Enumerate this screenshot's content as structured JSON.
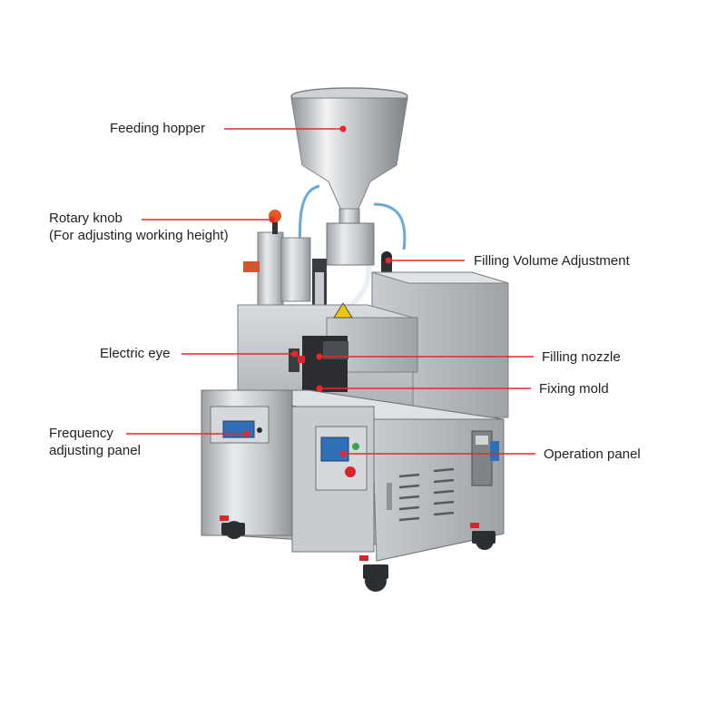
{
  "callouts": [
    {
      "id": "feeding-hopper",
      "lines": [
        "Feeding hopper"
      ]
    },
    {
      "id": "rotary-knob",
      "lines": [
        "Rotary knob",
        "(For  adjusting working height)"
      ]
    },
    {
      "id": "filling-volume-adjustment",
      "lines": [
        "Filling Volume Adjustment"
      ]
    },
    {
      "id": "electric-eye",
      "lines": [
        "Electric eye"
      ]
    },
    {
      "id": "filling-nozzle",
      "lines": [
        "Filling nozzle"
      ]
    },
    {
      "id": "fixing-mold",
      "lines": [
        "Fixing mold"
      ]
    },
    {
      "id": "frequency-adjusting-panel",
      "lines": [
        "Frequency",
        "adjusting panel"
      ]
    },
    {
      "id": "operation-panel",
      "lines": [
        "Operation panel"
      ]
    }
  ],
  "colors": {
    "leader_line": "#e8262b",
    "label_text": "#222222",
    "steel_light": "#e4e6e8",
    "steel_mid": "#b9bdc1",
    "steel_dark": "#8a8f94",
    "panel_blue": "#2f6fb8",
    "stop_red": "#d8262a"
  }
}
